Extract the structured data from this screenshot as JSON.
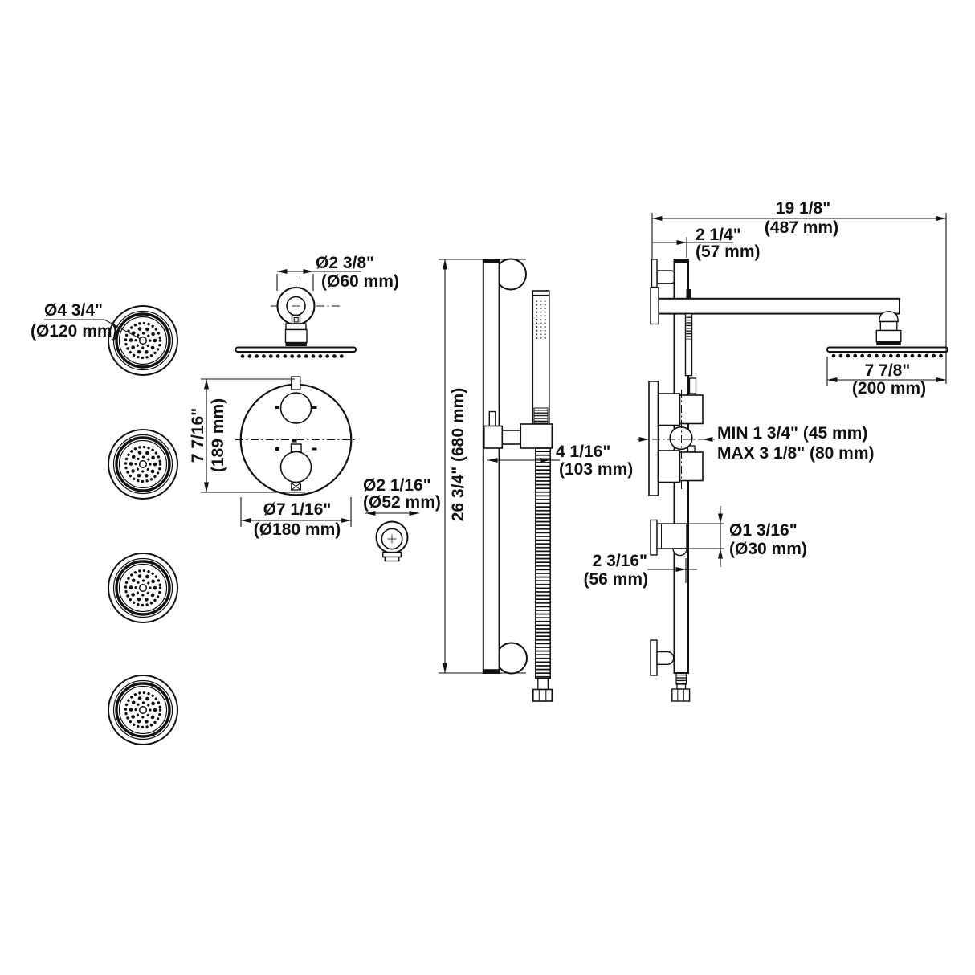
{
  "document": {
    "kind": "shower-system-dimensional-drawing",
    "colors": {
      "background": "#ffffff",
      "line": "#111111"
    }
  },
  "views": {
    "body_jet": {
      "dia_in": "Ø4 3/4\"",
      "dia_mm": "(Ø120 mm)"
    },
    "rain_head": {
      "dia_in": "Ø2 3/8\"",
      "dia_mm": "(Ø60 mm)"
    },
    "valve_trim": {
      "height_in": "7 7/16\"",
      "height_mm": "(189 mm)",
      "dia_in": "Ø7 1/16\"",
      "dia_mm": "(Ø180 mm)"
    },
    "wall_elbow": {
      "dia_in": "Ø2 1/16\"",
      "dia_mm": "(Ø52 mm)"
    },
    "slide_bar": {
      "length_label": "26 3/4\" (680 mm)",
      "offset_in": "4 1/16\"",
      "offset_mm": "(103 mm)"
    },
    "side_view": {
      "overall_in": "19 1/8\"",
      "overall_mm": "(487 mm)",
      "arm_in": "2 1/4\"",
      "arm_mm": "(57 mm)",
      "head_in": "7 7/8\"",
      "head_mm": "(200 mm)",
      "depth_min": "MIN 1 3/4\" (45 mm)",
      "depth_max": "MAX 3 1/8\" (80 mm)",
      "outlet_dia_in": "Ø1 3/16\"",
      "outlet_dia_mm": "(Ø30 mm)",
      "outlet_off_in": "2 3/16\"",
      "outlet_off_mm": "(56 mm)"
    }
  }
}
